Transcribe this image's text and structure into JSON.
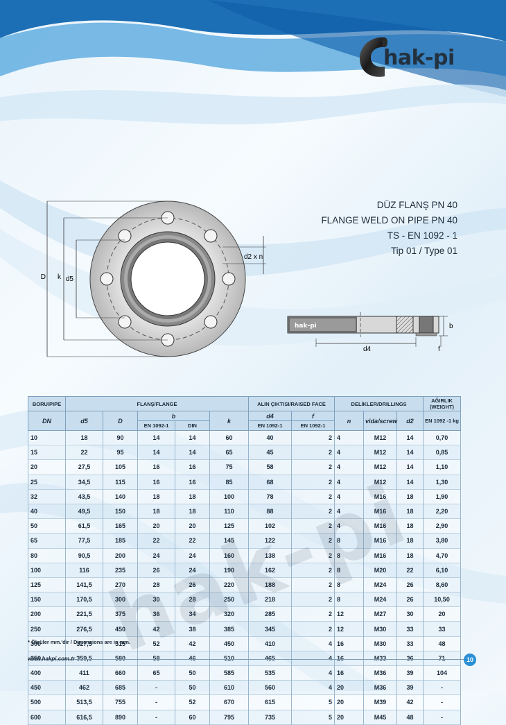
{
  "brand": {
    "name": "hak-pi",
    "initial": "C",
    "watermark": "hak-pi"
  },
  "titles": [
    "DÜZ FLANŞ PN 40",
    "FLANGE WELD ON PIPE PN 40",
    "TS - EN 1092 - 1",
    "Tip 01 / Type 01"
  ],
  "drawing_labels": {
    "D": "D",
    "k": "k",
    "d5": "d5",
    "d2n": "d2 x n",
    "d4": "d4",
    "b": "b",
    "f": "f",
    "side_logo": "hak-pi"
  },
  "table": {
    "group_headers": {
      "pipe": "BORU/PIPE",
      "flange": "FLANŞ/FLANGE",
      "face": "ALIN ÇIKTISI/RAISED FACE",
      "drill": "DELİKLER/DRILLINGS",
      "weight": "AĞIRLIK (WEIGHT)"
    },
    "col_headers": {
      "dn": "DN",
      "d5": "d5",
      "D": "D",
      "b": "b",
      "k": "k",
      "d4": "d4",
      "f": "f",
      "n": "n",
      "screw": "vida/screw",
      "d2": "d2",
      "weight": "EN 1092 -1 kg"
    },
    "sub_headers": {
      "b_en": "EN 1092-1",
      "b_din": "DIN",
      "d4_en": "EN 1092-1",
      "f_en": "EN 1092-1"
    },
    "rows": [
      [
        "10",
        "18",
        "90",
        "14",
        "14",
        "60",
        "40",
        "2",
        "4",
        "M12",
        "14",
        "0,70"
      ],
      [
        "15",
        "22",
        "95",
        "14",
        "14",
        "65",
        "45",
        "2",
        "4",
        "M12",
        "14",
        "0,85"
      ],
      [
        "20",
        "27,5",
        "105",
        "16",
        "16",
        "75",
        "58",
        "2",
        "4",
        "M12",
        "14",
        "1,10"
      ],
      [
        "25",
        "34,5",
        "115",
        "16",
        "16",
        "85",
        "68",
        "2",
        "4",
        "M12",
        "14",
        "1,30"
      ],
      [
        "32",
        "43,5",
        "140",
        "18",
        "18",
        "100",
        "78",
        "2",
        "4",
        "M16",
        "18",
        "1,90"
      ],
      [
        "40",
        "49,5",
        "150",
        "18",
        "18",
        "110",
        "88",
        "2",
        "4",
        "M16",
        "18",
        "2,20"
      ],
      [
        "50",
        "61,5",
        "165",
        "20",
        "20",
        "125",
        "102",
        "2",
        "4",
        "M16",
        "18",
        "2,90"
      ],
      [
        "65",
        "77,5",
        "185",
        "22",
        "22",
        "145",
        "122",
        "2",
        "8",
        "M16",
        "18",
        "3,80"
      ],
      [
        "80",
        "90,5",
        "200",
        "24",
        "24",
        "160",
        "138",
        "2",
        "8",
        "M16",
        "18",
        "4,70"
      ],
      [
        "100",
        "116",
        "235",
        "26",
        "24",
        "190",
        "162",
        "2",
        "8",
        "M20",
        "22",
        "6,10"
      ],
      [
        "125",
        "141,5",
        "270",
        "28",
        "26",
        "220",
        "188",
        "2",
        "8",
        "M24",
        "26",
        "8,60"
      ],
      [
        "150",
        "170,5",
        "300",
        "30",
        "28",
        "250",
        "218",
        "2",
        "8",
        "M24",
        "26",
        "10,50"
      ],
      [
        "200",
        "221,5",
        "375",
        "36",
        "34",
        "320",
        "285",
        "2",
        "12",
        "M27",
        "30",
        "20"
      ],
      [
        "250",
        "276,5",
        "450",
        "42",
        "38",
        "385",
        "345",
        "2",
        "12",
        "M30",
        "33",
        "33"
      ],
      [
        "300",
        "327,5",
        "515",
        "52",
        "42",
        "450",
        "410",
        "4",
        "16",
        "M30",
        "33",
        "48"
      ],
      [
        "350",
        "359,5",
        "580",
        "58",
        "46",
        "510",
        "465",
        "4",
        "16",
        "M33",
        "36",
        "71"
      ],
      [
        "400",
        "411",
        "660",
        "65",
        "50",
        "585",
        "535",
        "4",
        "16",
        "M36",
        "39",
        "104"
      ],
      [
        "450",
        "462",
        "685",
        "-",
        "50",
        "610",
        "560",
        "4",
        "20",
        "M36",
        "39",
        "-"
      ],
      [
        "500",
        "513,5",
        "755",
        "-",
        "52",
        "670",
        "615",
        "5",
        "20",
        "M39",
        "42",
        "-"
      ],
      [
        "600",
        "616,5",
        "890",
        "-",
        "60",
        "795",
        "735",
        "5",
        "20",
        "M45",
        "48",
        "-"
      ]
    ]
  },
  "note": "* Ölçüler mm.'dir / Dimensions are in mm.",
  "footer": {
    "url": "www.hakpi.com.tr",
    "page": "10"
  }
}
